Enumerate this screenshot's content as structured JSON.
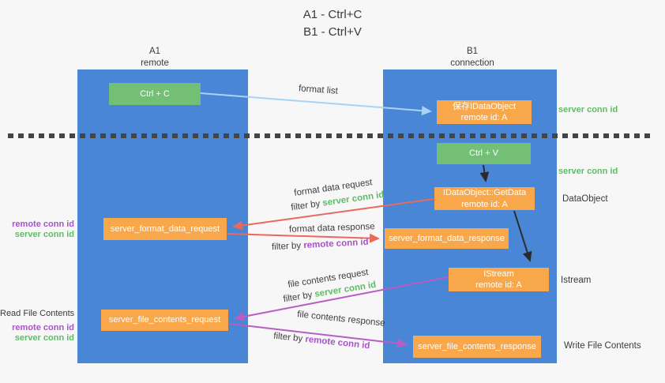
{
  "title": {
    "line1": "A1 - Ctrl+C",
    "line2": "B1 - Ctrl+V"
  },
  "lifelines": {
    "a": {
      "id": "A1",
      "role": "remote"
    },
    "b": {
      "id": "B1",
      "role": "connection"
    }
  },
  "nodes": {
    "ctrl_c": {
      "label": "Ctrl + C"
    },
    "ctrl_v": {
      "label": "Ctrl + V"
    },
    "save_dataobject": {
      "line1": "保存IDataObject",
      "line2": "remote id: A"
    },
    "getdata": {
      "line1": "IDataObject::GetData",
      "line2": "remote id: A"
    },
    "istream": {
      "line1": "IStream",
      "line2": "remote id: A"
    },
    "format_request": {
      "label": "server_format_data_request"
    },
    "format_response": {
      "label": "server_format_data_response"
    },
    "file_request": {
      "label": "server_file_contents_request"
    },
    "file_response": {
      "label": "server_file_contents_response"
    }
  },
  "side_labels": {
    "server_conn_id_top": "server conn id",
    "server_conn_id_mid": "server conn id",
    "dataobject": "DataObject",
    "istream": "Istream",
    "write_file_contents": "Write File Contents",
    "read_file_contents": "Read File Contents",
    "mid_left": {
      "remote_conn_id": "remote conn id",
      "server_conn_id": "server conn id"
    },
    "bottom_left": {
      "remote_conn_id": "remote conn id",
      "server_conn_id": "server conn id"
    }
  },
  "arrows": {
    "format_list": {
      "label": "format list"
    },
    "format_data_request": {
      "label": "format data request",
      "filter_prefix": "filter by ",
      "filter_key": "server conn id"
    },
    "format_data_response": {
      "label": "format data response",
      "filter_prefix": "filter by ",
      "filter_key": "remote conn id"
    },
    "file_contents_request": {
      "label": "file contents request",
      "filter_prefix": "filter by ",
      "filter_key": "server conn id"
    },
    "file_contents_response": {
      "label": "file contents response",
      "filter_prefix": "filter by ",
      "filter_key": "remote conn id"
    }
  },
  "colors": {
    "lifeline_blue": "#4a86d6",
    "action_green": "#72bf75",
    "message_orange": "#f8a84a",
    "arrow_light_blue": "#a9d3f2",
    "arrow_salmon": "#e86a5e",
    "arrow_purple": "#b95cc4",
    "arrow_black": "#2b2b2b",
    "server_conn_id_green": "#5fbc66",
    "remote_conn_id_purple": "#a853c8"
  }
}
